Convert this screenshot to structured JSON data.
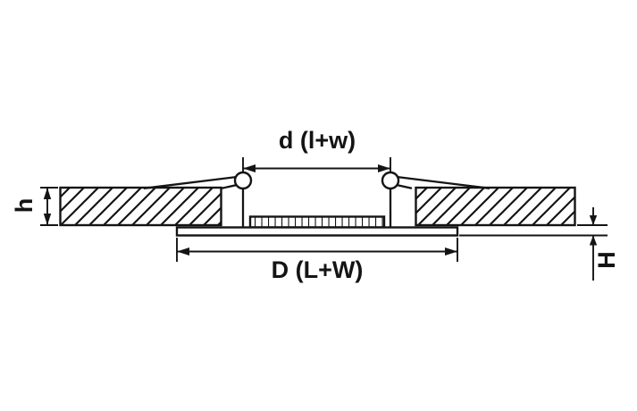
{
  "diagram": {
    "labels": {
      "inner_diameter": "d (l+w)",
      "outer_diameter": "D (L+W)",
      "recess_depth": "h",
      "protrusion_height": "H"
    },
    "colors": {
      "line": "#141414",
      "background": "#ffffff"
    }
  }
}
